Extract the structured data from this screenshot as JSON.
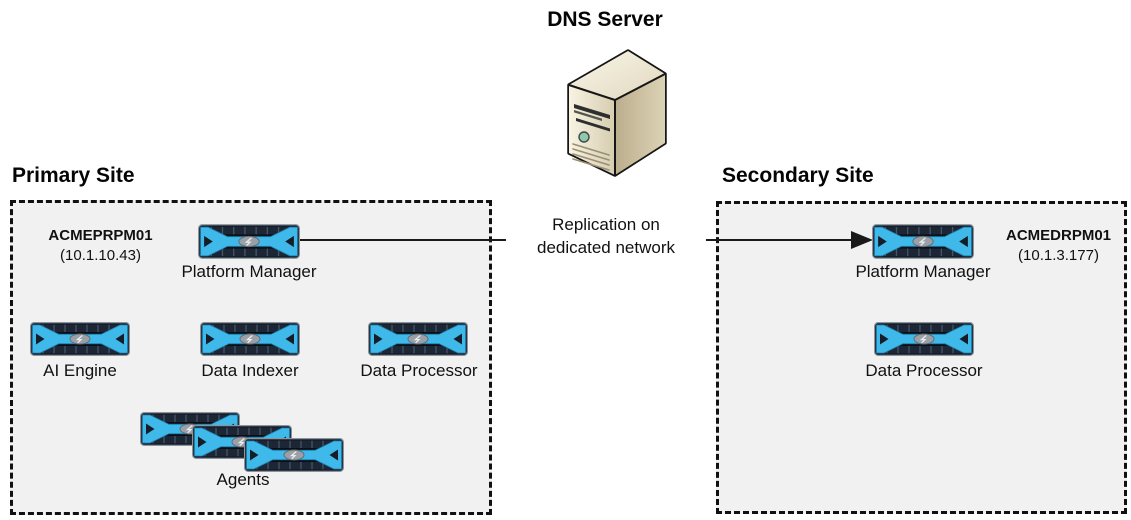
{
  "dns": {
    "label": "DNS Server"
  },
  "replication": {
    "line1": "Replication on",
    "line2": "dedicated network"
  },
  "primary": {
    "title": "Primary Site",
    "host_name": "ACMEPRPM01",
    "host_ip": "(10.1.10.43)",
    "platform_manager": "Platform Manager",
    "ai_engine": "AI Engine",
    "data_indexer": "Data Indexer",
    "data_processor": "Data Processor",
    "agents": "Agents"
  },
  "secondary": {
    "title": "Secondary Site",
    "host_name": "ACMEDRPM01",
    "host_ip": "(10.1.3.177)",
    "platform_manager": "Platform Manager",
    "data_processor": "Data Processor"
  },
  "icons": {
    "appliance": "network-appliance-icon",
    "dns_server": "server-tower-icon"
  },
  "colors": {
    "appliance_blue": "#3FB9EA",
    "appliance_chassis": "#151D28",
    "site_box_bg": "#F1F1F1",
    "site_box_border": "#111111",
    "server_front": "#F0EAD6",
    "server_side": "#C6BA9A",
    "connector": "#1A1A1A"
  }
}
